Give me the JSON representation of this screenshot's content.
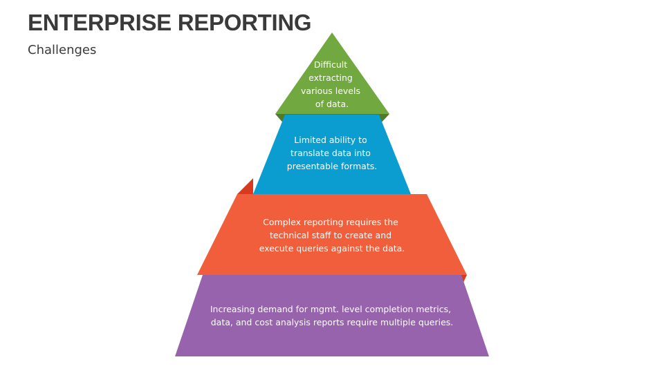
{
  "title": "ENTERPRISE REPORTING",
  "subtitle": "Challenges",
  "tiers": [
    {
      "color": "#71A83F",
      "shadow": "#4F7A2A",
      "lines": [
        "Difficult",
        "extracting",
        "various levels",
        "of data."
      ]
    },
    {
      "color": "#0B9DD0",
      "shadow": "#0A6E93",
      "lines": [
        "Limited ability to",
        "translate data into",
        "presentable formats."
      ]
    },
    {
      "color": "#F05E3C",
      "shadow": "#D63B1F",
      "lines": [
        "Complex reporting requires the",
        "technical staff to create and",
        "execute queries against the data."
      ]
    },
    {
      "color": "#9763AC",
      "shadow": "#7A4A8E",
      "lines": [
        "Increasing demand for mgmt. level completion metrics,",
        "data, and cost analysis reports require multiple queries."
      ]
    }
  ]
}
